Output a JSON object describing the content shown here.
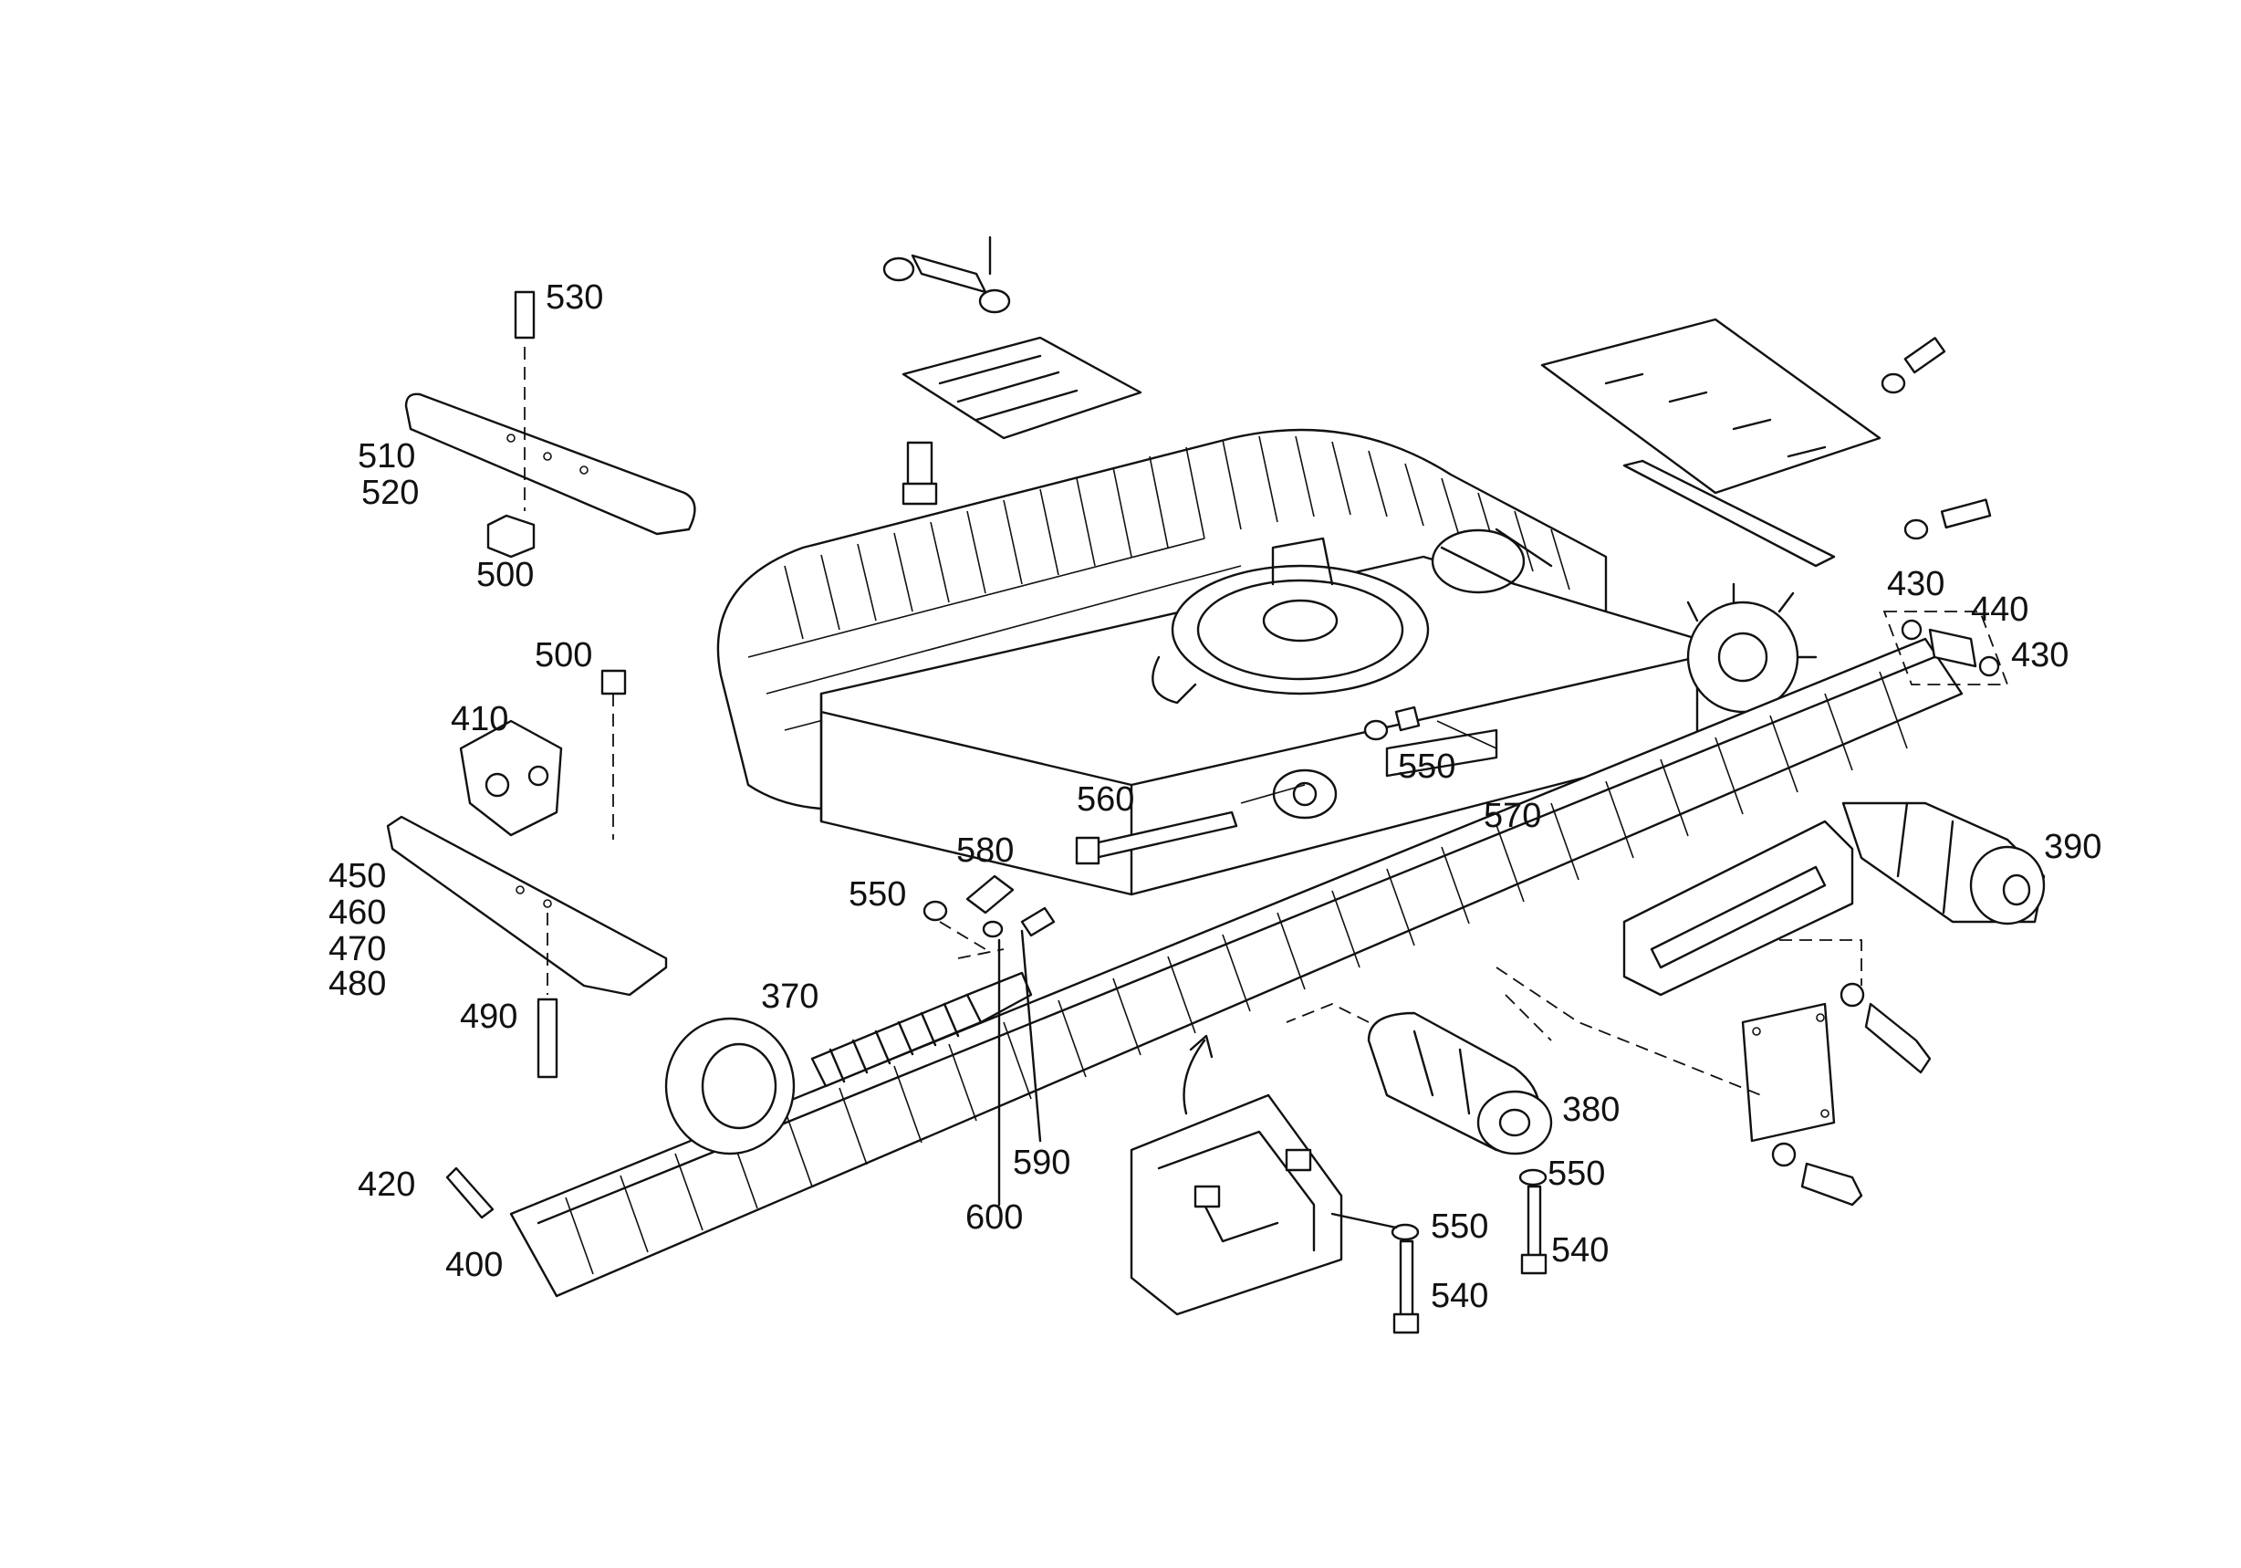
{
  "callouts": [
    {
      "id": "530",
      "text": "530"
    },
    {
      "id": "510",
      "text": "510"
    },
    {
      "id": "520",
      "text": "520"
    },
    {
      "id": "500a",
      "text": "500"
    },
    {
      "id": "500b",
      "text": "500"
    },
    {
      "id": "410",
      "text": "410"
    },
    {
      "id": "450",
      "text": "450"
    },
    {
      "id": "460",
      "text": "460"
    },
    {
      "id": "470",
      "text": "470"
    },
    {
      "id": "480",
      "text": "480"
    },
    {
      "id": "490",
      "text": "490"
    },
    {
      "id": "420",
      "text": "420"
    },
    {
      "id": "400",
      "text": "400"
    },
    {
      "id": "370",
      "text": "370"
    },
    {
      "id": "550a",
      "text": "550"
    },
    {
      "id": "580",
      "text": "580"
    },
    {
      "id": "600",
      "text": "600"
    },
    {
      "id": "590",
      "text": "590"
    },
    {
      "id": "560",
      "text": "560"
    },
    {
      "id": "550b",
      "text": "550"
    },
    {
      "id": "570",
      "text": "570"
    },
    {
      "id": "430a",
      "text": "430"
    },
    {
      "id": "440",
      "text": "440"
    },
    {
      "id": "430b",
      "text": "430"
    },
    {
      "id": "390",
      "text": "390"
    },
    {
      "id": "380",
      "text": "380"
    },
    {
      "id": "550c",
      "text": "550"
    },
    {
      "id": "540a",
      "text": "540"
    },
    {
      "id": "550d",
      "text": "550"
    },
    {
      "id": "540b",
      "text": "540"
    }
  ]
}
